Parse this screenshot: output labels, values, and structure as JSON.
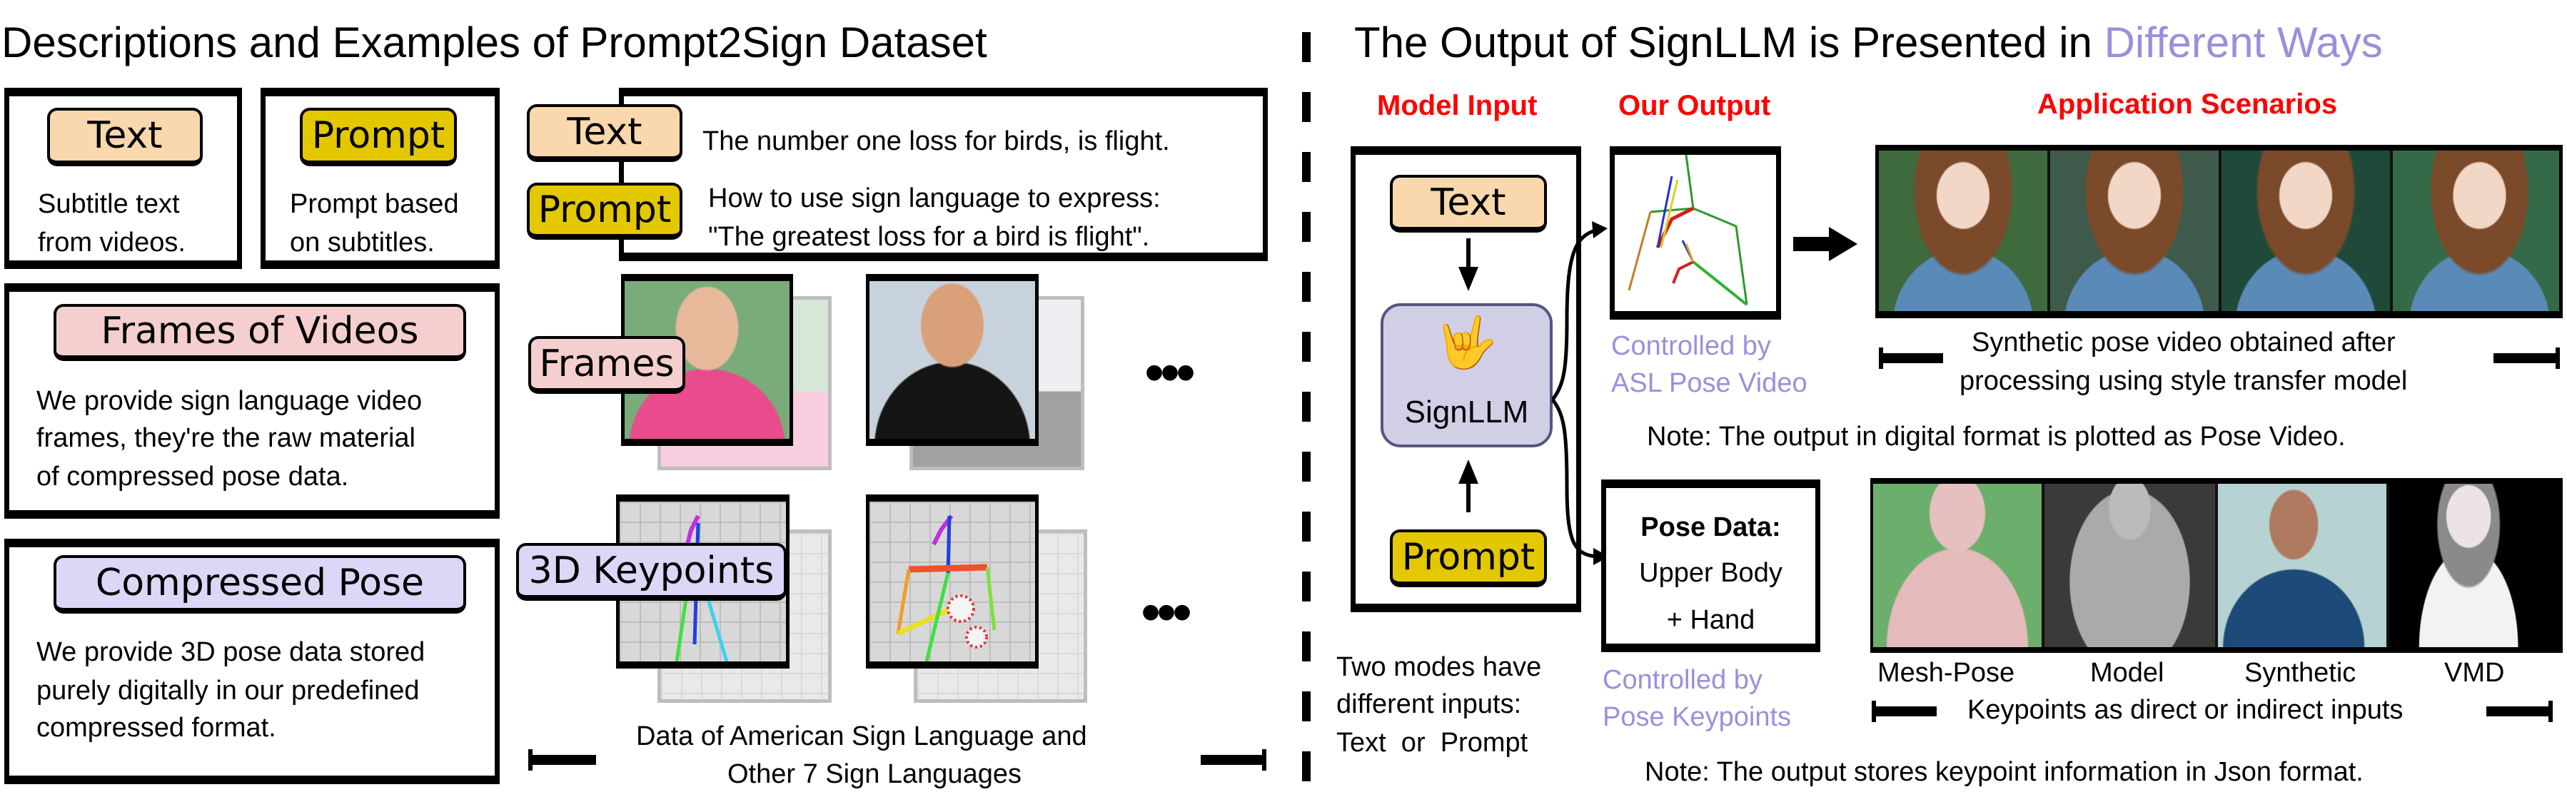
{
  "left": {
    "title": "Descriptions and Examples of Prompt2Sign Dataset",
    "text_card": {
      "tag": "Text",
      "lines": [
        "Subtitle text",
        "from videos."
      ]
    },
    "prompt_card": {
      "tag": "Prompt",
      "lines": [
        "Prompt based",
        "on subtitles."
      ]
    },
    "example": {
      "text_tag": "Text",
      "prompt_tag": "Prompt",
      "text_line": "The number one loss for birds, is flight.",
      "prompt_lines": [
        "How to use sign language to express:",
        "\"The greatest loss for a bird is flight\"."
      ]
    },
    "frames_card": {
      "tag": "Frames of Videos",
      "lines": [
        "We provide sign language video",
        "frames, they're the raw material",
        "of compressed pose data."
      ]
    },
    "pose_card": {
      "tag": "Compressed Pose",
      "lines": [
        "We provide 3D pose data stored",
        "purely digitally in our predefined",
        "compressed format."
      ]
    },
    "frames_tag": "Frames",
    "keypoints_tag": "3D Keypoints",
    "ellipsis": "•••",
    "caption": [
      "Data of American Sign Language and",
      "Other 7 Sign Languages"
    ]
  },
  "right": {
    "title_main": "The Output of SignLLM is Presented in ",
    "title_accent": "Different Ways",
    "headers": {
      "model_input": "Model Input",
      "our_output": "Our Output",
      "application": "Application Scenarios"
    },
    "input": {
      "text_tag": "Text",
      "model": "SignLLM",
      "model_icon": "sign-language-icon",
      "prompt_tag": "Prompt"
    },
    "modes_note": [
      "Two modes have",
      "different inputs:",
      "Text  or  Prompt"
    ],
    "pose_video_label": [
      "Controlled by",
      "ASL Pose Video"
    ],
    "pose_data": {
      "title": "Pose Data:",
      "lines": [
        "Upper Body",
        "+ Hand"
      ]
    },
    "keypoints_label": [
      "Controlled by",
      "Pose Keypoints"
    ],
    "video_caption": [
      "Synthetic pose video obtained after",
      "processing using style transfer model"
    ],
    "note1": "Note:  The output in digital format is plotted as Pose Video.",
    "scenario_labels": [
      "Mesh-Pose",
      "Model",
      "Synthetic",
      "VMD"
    ],
    "keypoints_caption": "Keypoints as direct or indirect inputs",
    "note2": "Note:  The output stores keypoint information in Json format."
  },
  "colors": {
    "accent": "#9b8fdc",
    "header_red": "#ff0000",
    "text_tag": "#f9d8ad",
    "prompt_tag": "#e3c800",
    "frames_tag": "#f5cfcf",
    "pose_tag": "#dcd7f7",
    "model_box": "#d0cfe6"
  }
}
